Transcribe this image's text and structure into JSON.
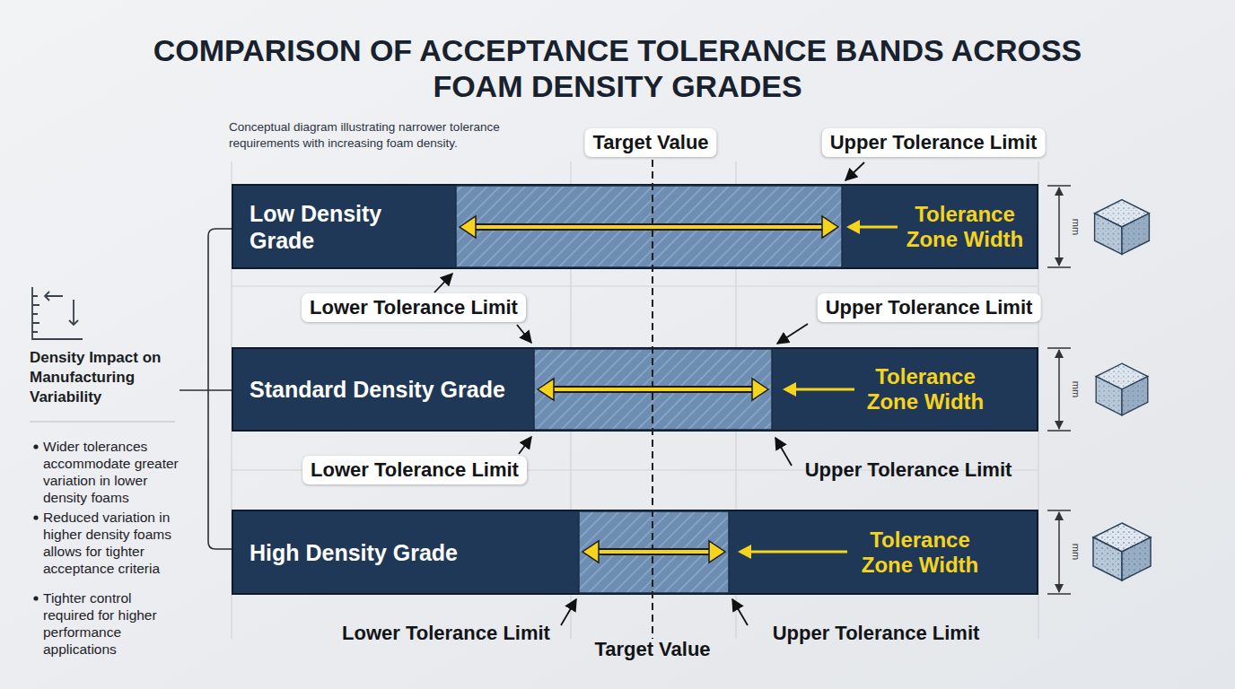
{
  "diagram": {
    "title": "COMPARISON OF ACCEPTANCE TOLERANCE BANDS ACROSS FOAM DENSITY GRADES",
    "caption": "Conceptual diagram illustrating narrower tolerance requirements with increasing foam density.",
    "nodes": [
      {
        "text": [
          "Low Density Grade",
          "Tolerance Zone Width"
        ]
      },
      {
        "text": [
          "Standard Density Grade",
          "Tolerance Zone Width"
        ]
      },
      {
        "text": [
          "High Density Grade",
          "Tolerance Zone Width"
        ]
      }
    ],
    "labels": [
      "Target Value",
      "Upper Tolerance Limit",
      "Lower Tolerance Limit",
      "Upper Tolerance Limit",
      "Lower Tolerance Limit",
      "Upper Tolerance Limit",
      "Lower Tolerance Limit",
      "Target Value",
      "Upper Tolerance Limit",
      "Density Impact on Manufacturing Variability",
      "Wider tolerances accommodate greater variation in lower density foams",
      "Reduced variation in higher density foams allows for tighter acceptance criteria",
      "Tighter control required for higher performance applications",
      "mm",
      "mm",
      "mm"
    ]
  }
}
